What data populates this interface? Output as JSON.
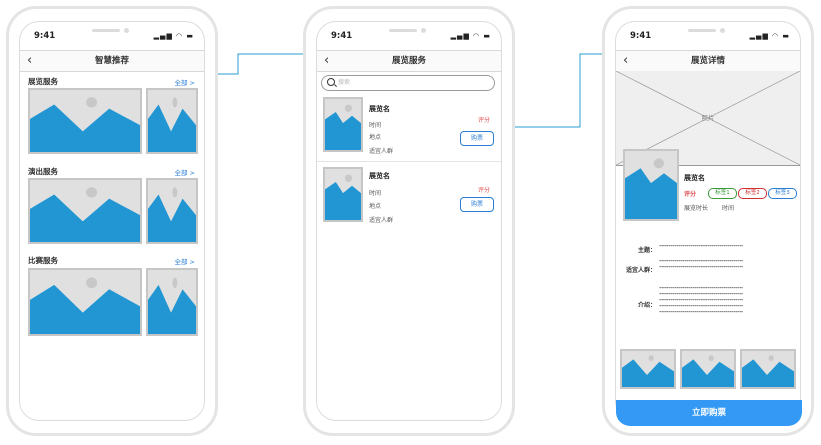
{
  "status": {
    "time": "9:41",
    "icons": "▂▄▆ ◠ ▬"
  },
  "screen1": {
    "nav_title": "智慧推荐",
    "sections": [
      {
        "title": "展览服务",
        "all": "全部 >"
      },
      {
        "title": "演出服务",
        "all": "全部 >"
      },
      {
        "title": "比赛服务",
        "all": "全部 >"
      }
    ]
  },
  "screen2": {
    "nav_title": "展览服务",
    "search_placeholder": "搜索",
    "items": [
      {
        "name": "展览名",
        "time": "时间",
        "place": "地点",
        "audience": "适宜人群",
        "rating": "评分",
        "buy": "购票"
      },
      {
        "name": "展览名",
        "time": "时间",
        "place": "地点",
        "audience": "适宜人群",
        "rating": "评分",
        "buy": "购票"
      }
    ]
  },
  "screen3": {
    "nav_title": "展览详情",
    "photo_label": "照片",
    "name": "展览名",
    "rating": "评分",
    "tags": [
      "标签1",
      "标签2",
      "标签3"
    ],
    "duration_label": "展览时长",
    "time_label": "时间",
    "theme_label": "主题：",
    "audience_label": "适宜人群：",
    "intro_label": "介绍：",
    "placeholder": "*******************************************",
    "buy_now": "立即购票"
  },
  "colors": {
    "accent": "#2a7fd4",
    "button": "#3399f5",
    "rating": "#e05050",
    "tag1": "#3a9a3a",
    "tag2": "#d03030",
    "tag3": "#2a7fd4",
    "image_fill": "#2196d3"
  }
}
